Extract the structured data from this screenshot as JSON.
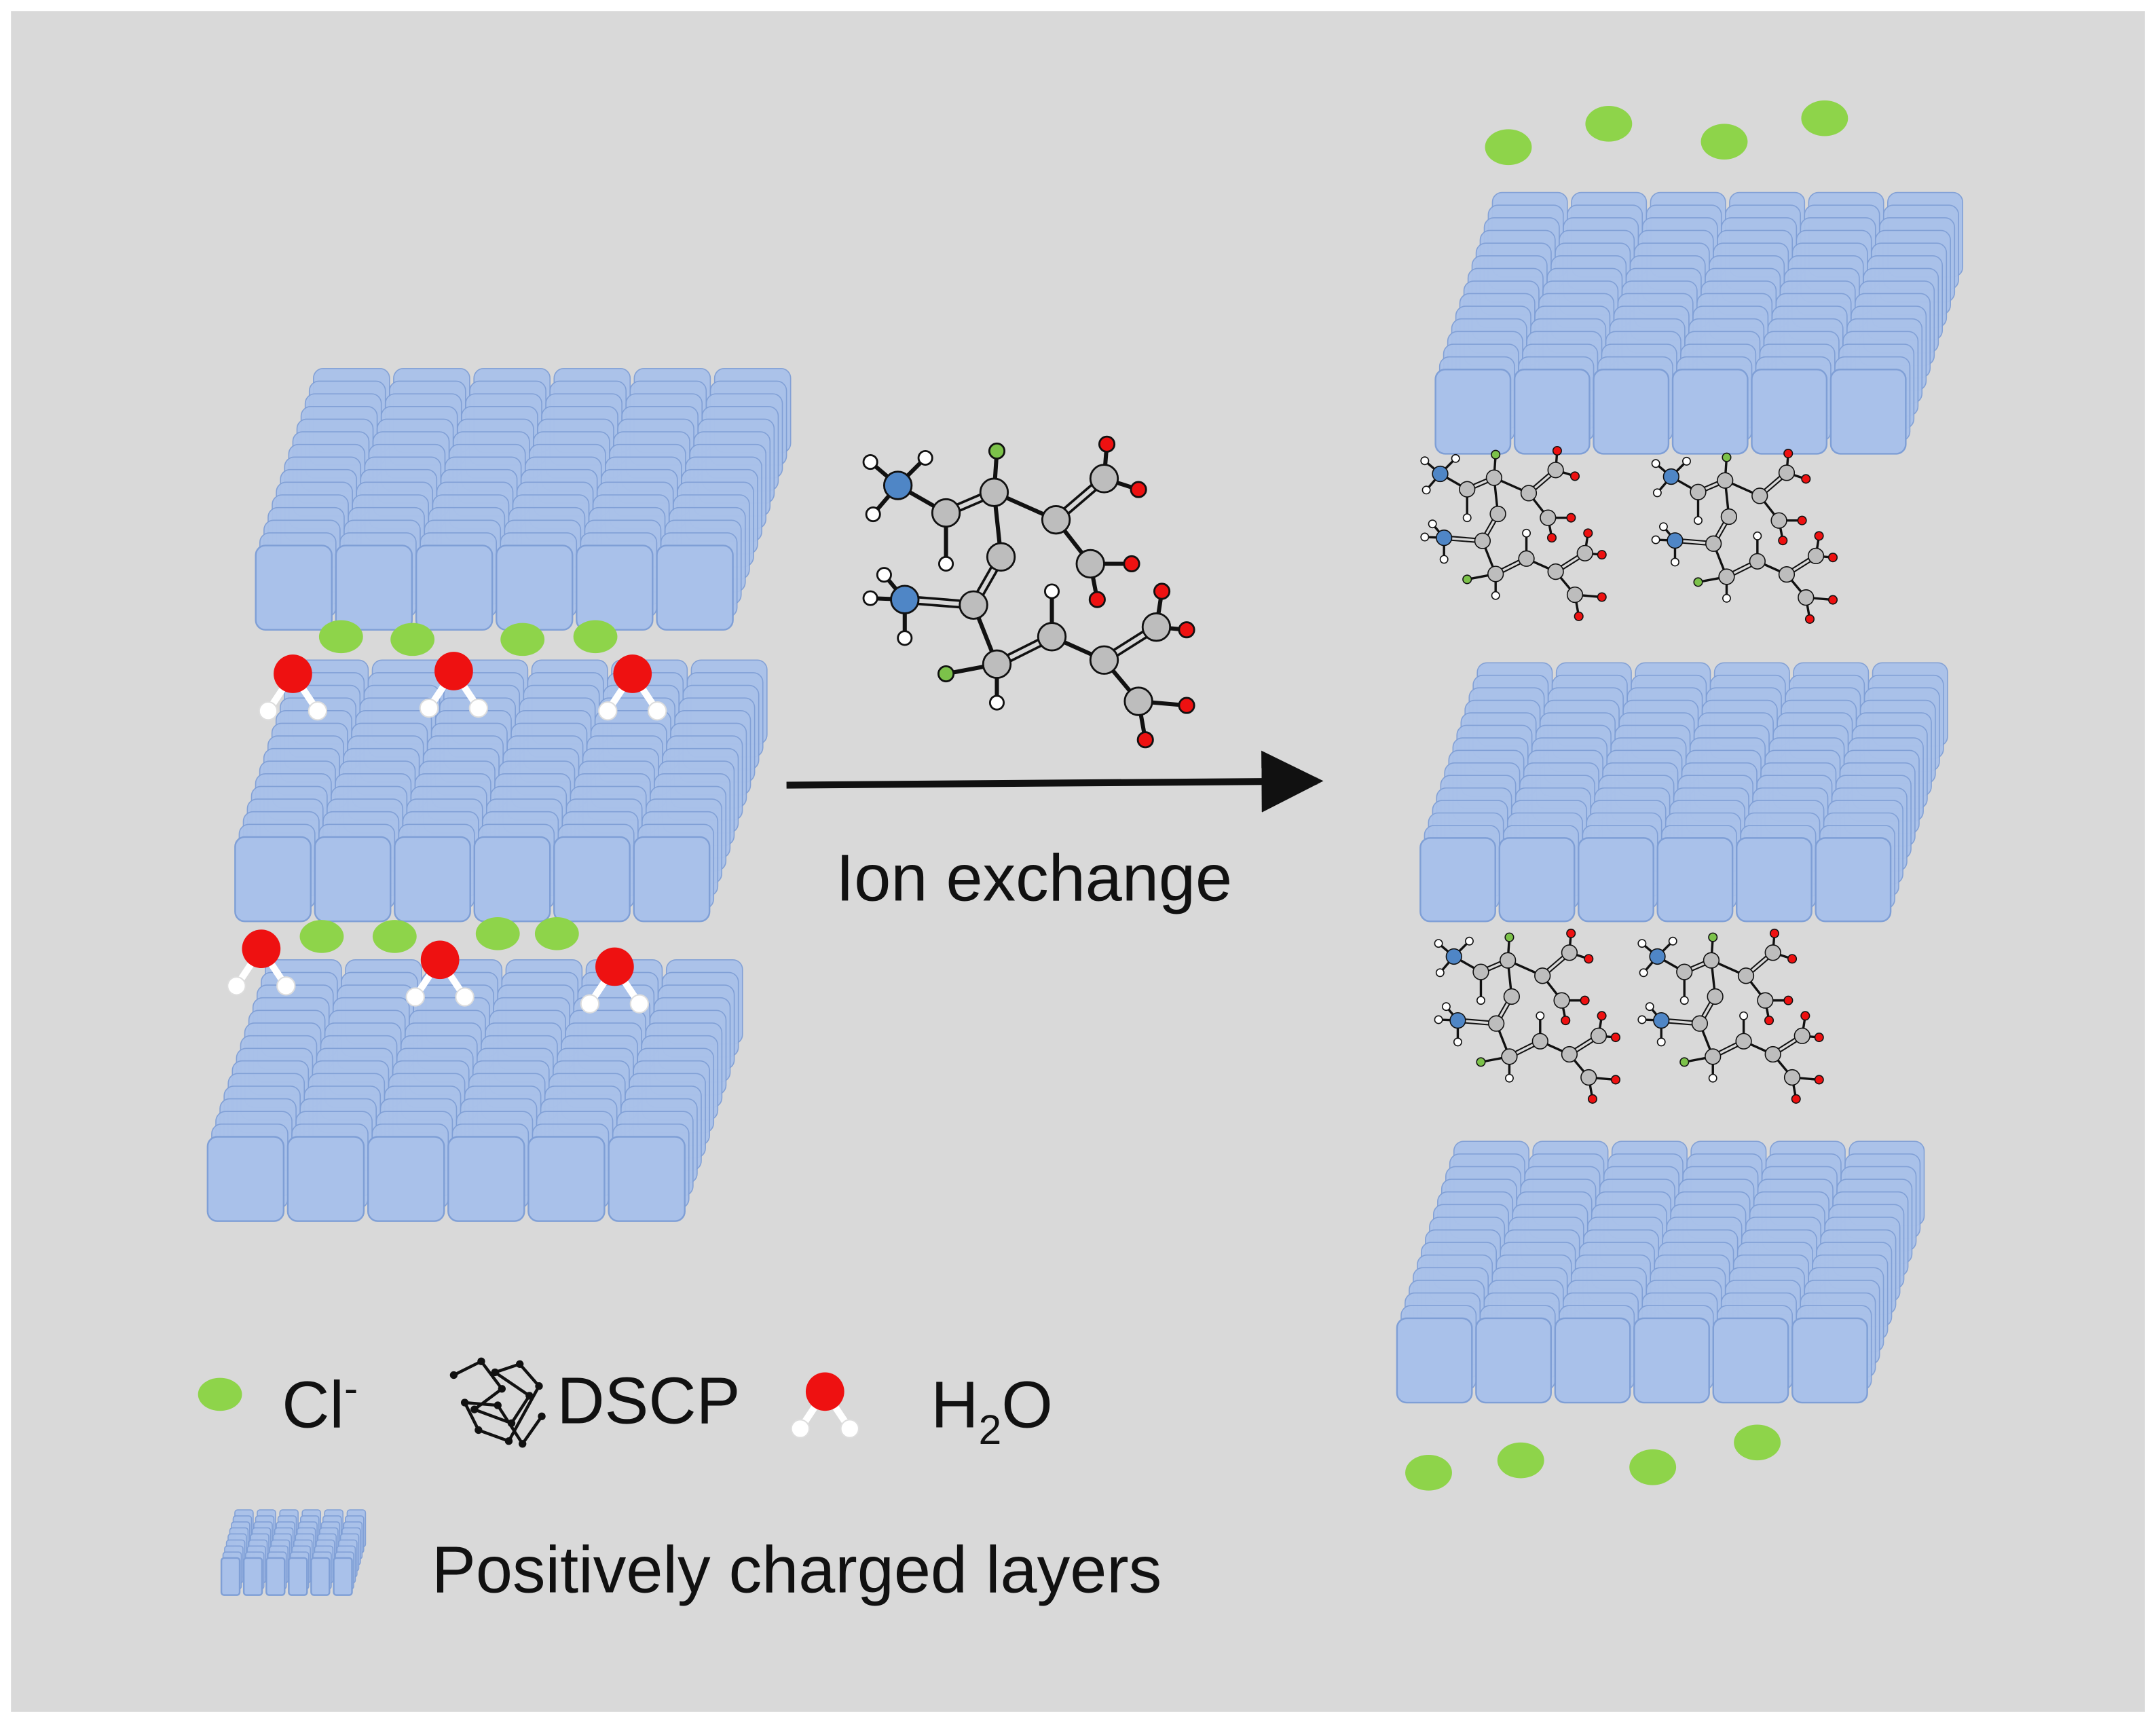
{
  "process": {
    "label": "Ion exchange"
  },
  "legend": {
    "chloride": {
      "label": "Cl",
      "charge": "-"
    },
    "dscp": {
      "label": "DSCP"
    },
    "water": {
      "label": "H",
      "subscript": "2",
      "suffix": "O"
    },
    "layers": {
      "label": "Positively charged layers"
    }
  },
  "colors": {
    "background": "#d9d9d9",
    "layer_fill": "#a9c1ea",
    "layer_edge": "#7f9fd6",
    "chloride": "#8ed44a",
    "oxygen": "#ee1111",
    "hydrogen": "#ffffff",
    "carbon": "#bdbdbd",
    "nitrogen": "#4f86c6",
    "fluorine": "#7cc24a",
    "bond": "#111111"
  }
}
